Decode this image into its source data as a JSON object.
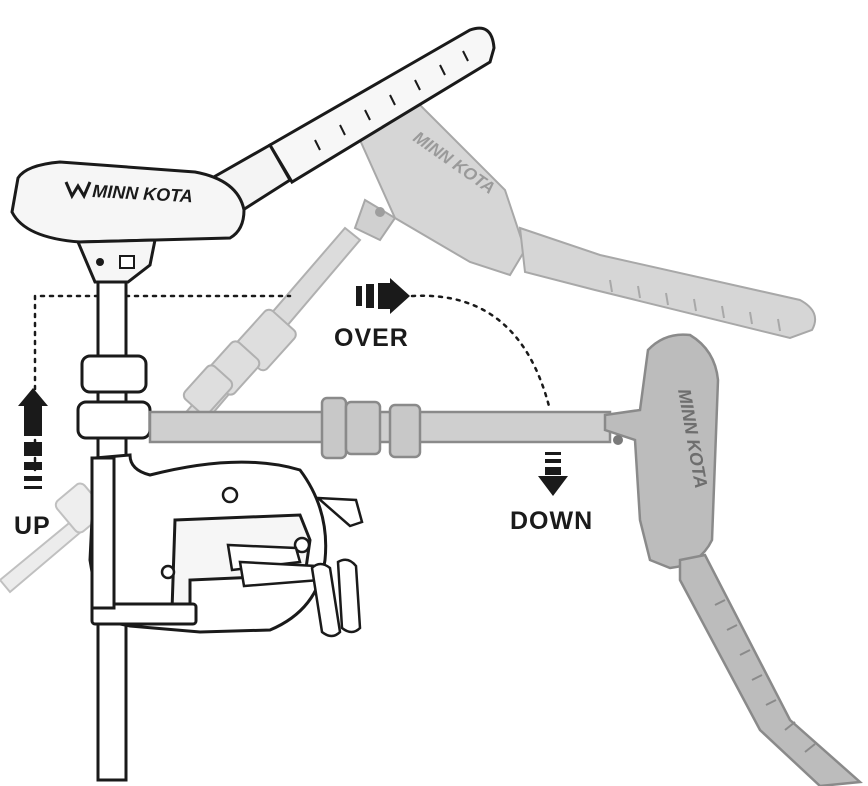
{
  "labels": {
    "over": "OVER",
    "up": "UP",
    "down": "DOWN"
  },
  "brand": {
    "name": "MINN KOTA"
  },
  "colors": {
    "line": "#1a1a1a",
    "body_light": "#f4f4f4",
    "ghost_fill": "#d4d4d4",
    "ghost_line": "#a8a8a8",
    "dark_ghost_fill": "#b9b9b9",
    "dark_ghost_line": "#8a8a8a"
  }
}
